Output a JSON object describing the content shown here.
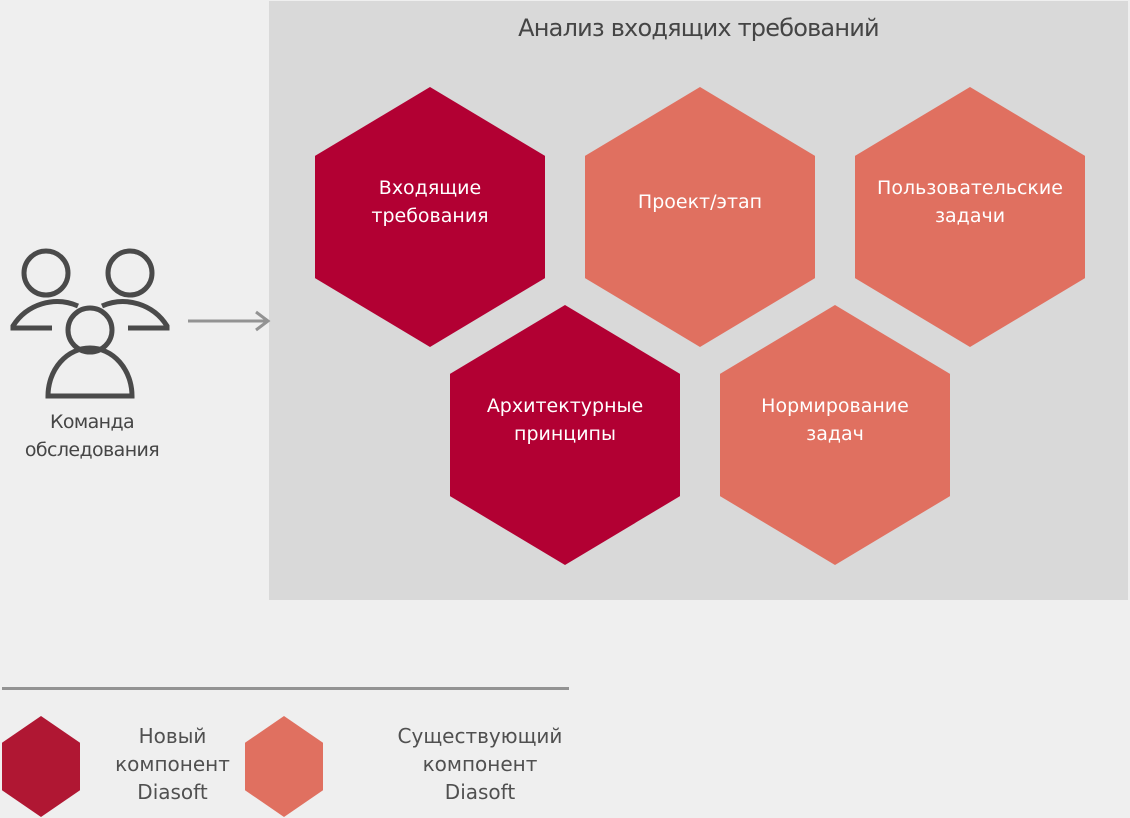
{
  "panel": {
    "title": "Анализ входящих требований"
  },
  "source": {
    "icon": "team-users-icon",
    "label_line1": "Команда",
    "label_line2": "обследования"
  },
  "hexagons": [
    {
      "line1": "Входящие",
      "line2": "требования",
      "type": "new"
    },
    {
      "line1": "Проект/этап",
      "line2": "",
      "type": "existing"
    },
    {
      "line1": "Пользовательские",
      "line2": "задачи",
      "type": "existing"
    },
    {
      "line1": "Архитектурные",
      "line2": "принципы",
      "type": "new"
    },
    {
      "line1": "Нормирование",
      "line2": "задач",
      "type": "existing"
    }
  ],
  "legend": {
    "new": {
      "line1": "Новый",
      "line2": "компонент",
      "line3": "Diasoft",
      "color": "#b01733"
    },
    "existing": {
      "line1": "Существующий",
      "line2": "компонент",
      "line3": "Diasoft",
      "color": "#e07060"
    }
  },
  "colors": {
    "new_component": "#b20033",
    "existing_component": "#e07060",
    "panel_bg": "#d9d9d9",
    "page_bg": "#efefef",
    "arrow": "#939393"
  }
}
